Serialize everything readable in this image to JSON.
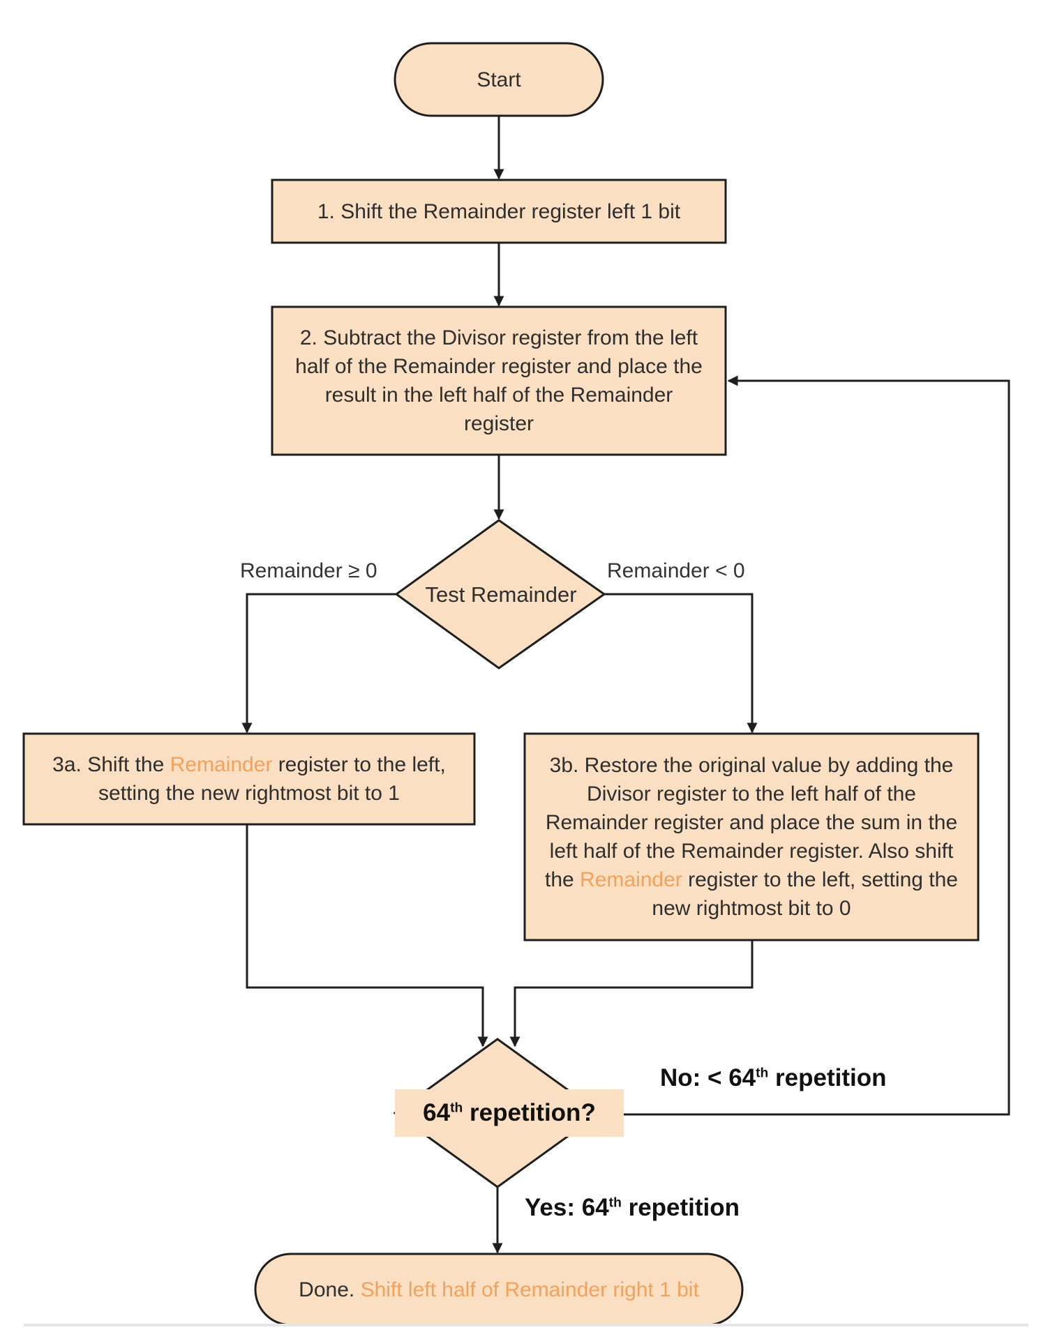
{
  "nodes": {
    "start": "Start",
    "step1": "1. Shift the Remainder register left 1 bit",
    "step2": "2. Subtract the Divisor register from the left half of the Remainder register and place the result in the left half of the Remainder register",
    "test": "Test Remainder",
    "step3a": {
      "before": "3a. Shift the ",
      "highlight": "Remainder",
      "after": " register to the left, setting the new rightmost bit to 1"
    },
    "step3b": {
      "before": "3b. Restore the original value by adding the Divisor register to the left half of the Remainder register and place the sum in the left half of the Remainder register. Also shift the ",
      "highlight": "Remainder",
      "after": " register to the left, setting the new rightmost bit to 0"
    },
    "repetition": {
      "num": "64",
      "sup": "th",
      "text": " repetition?"
    },
    "done": {
      "prefix": "Done. ",
      "highlight": "Shift left half of Remainder right 1 bit"
    }
  },
  "edges": {
    "remainder_ge": "Remainder ≥ 0",
    "remainder_lt": "Remainder < 0",
    "no": {
      "prefix": "No: < ",
      "num": "64",
      "sup": "th",
      "suffix": " repetition"
    },
    "yes": {
      "prefix": "Yes: ",
      "num": "64",
      "sup": "th",
      "suffix": " repetition"
    }
  },
  "colors": {
    "node_fill": "#fbdfc2",
    "stroke": "#1e1e1e",
    "highlight": "#f2a25c"
  }
}
